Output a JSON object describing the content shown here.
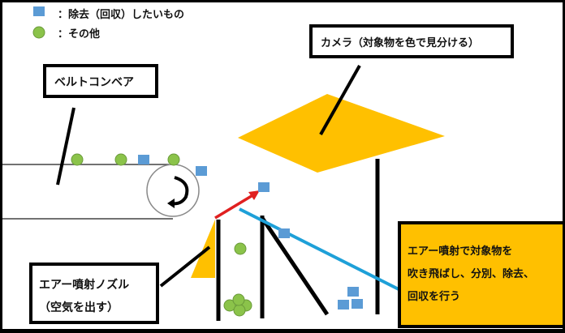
{
  "legend": [
    {
      "icon": "blue-square",
      "text": "：除去（回収）したいもの"
    },
    {
      "icon": "green-circle",
      "text": "：その他"
    }
  ],
  "labels": {
    "conveyor": "ベルトコンベア",
    "camera": "カメラ（対象物を色で見分ける）",
    "nozzle_line1": "エアー噴射ノズル",
    "nozzle_line2": "（空気を出す）",
    "process_line1": "エアー噴射で対象物を",
    "process_line2": "吹き飛ばし、分別、除去、",
    "process_line3": "回収を行う"
  },
  "colors": {
    "blue": "#5b9bd5",
    "green": "#8bc34a",
    "yellow": "#ffc000",
    "red": "#e02020",
    "cyan": "#1ea0d8"
  }
}
